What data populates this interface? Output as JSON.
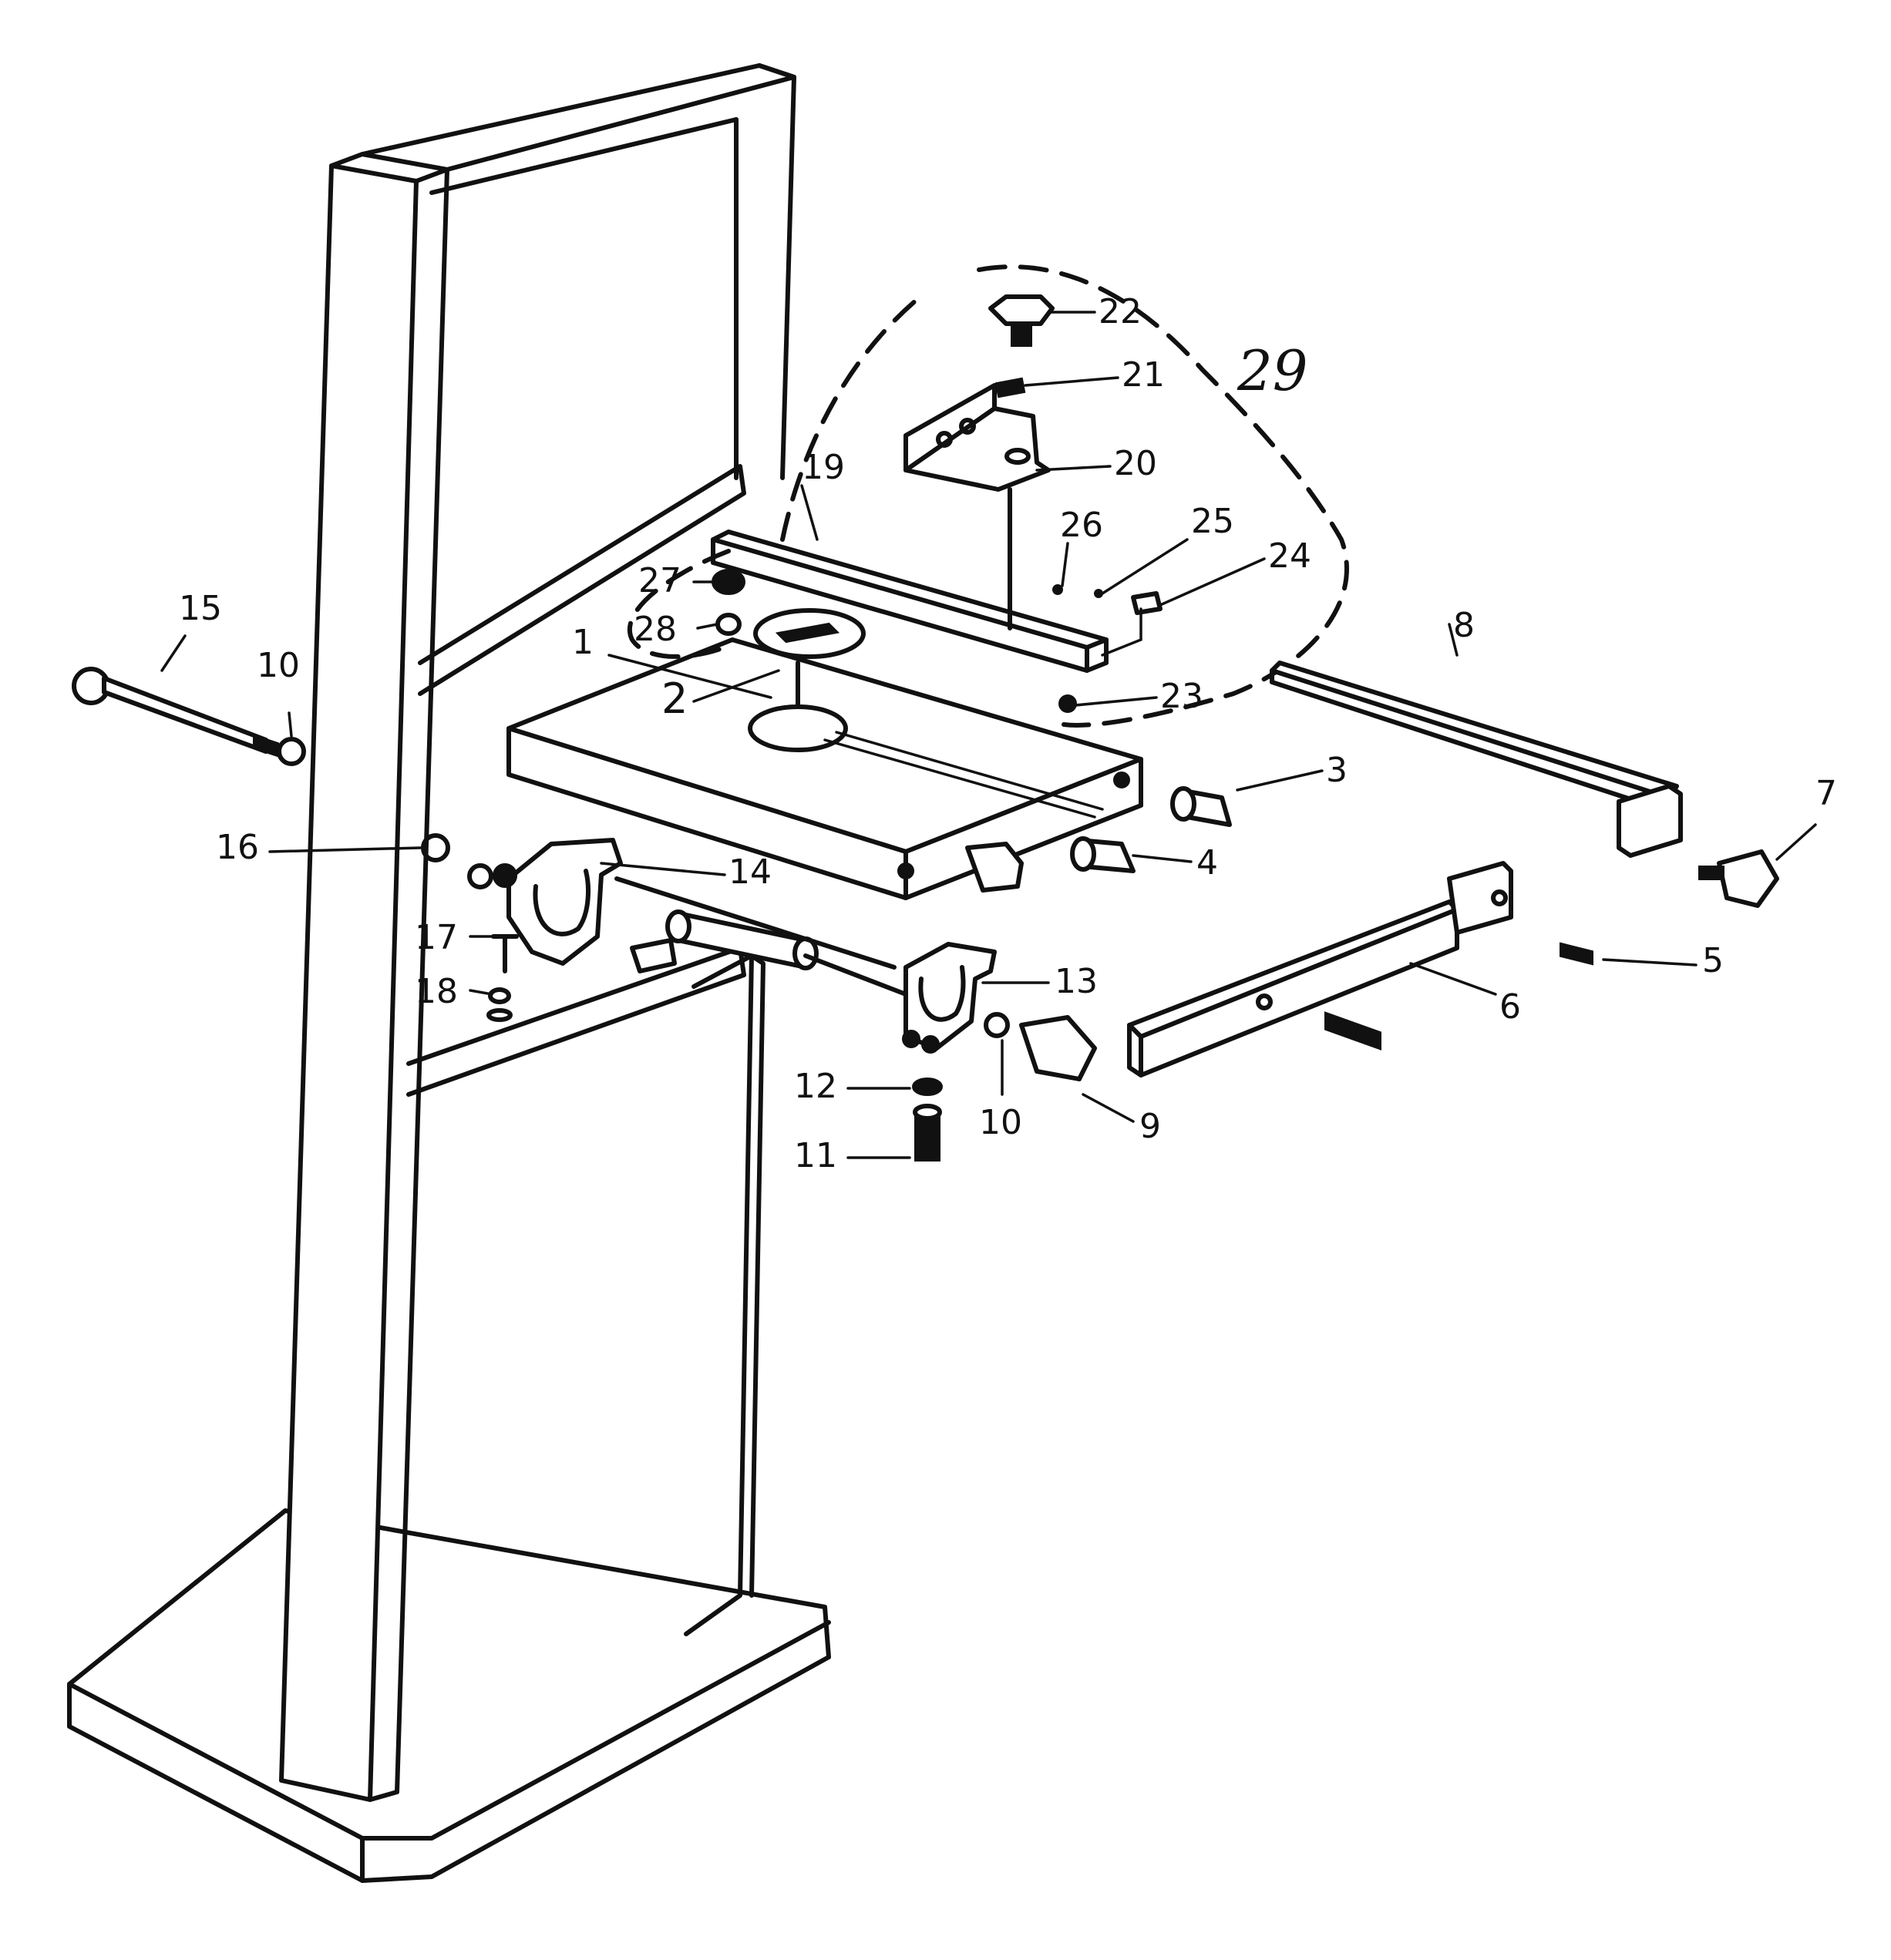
{
  "diagram": {
    "callouts": [
      {
        "id": "c1",
        "text": "1"
      },
      {
        "id": "c2",
        "text": "2"
      },
      {
        "id": "c3",
        "text": "3"
      },
      {
        "id": "c4",
        "text": "4"
      },
      {
        "id": "c5",
        "text": "5"
      },
      {
        "id": "c6",
        "text": "6"
      },
      {
        "id": "c7",
        "text": "7"
      },
      {
        "id": "c8",
        "text": "8"
      },
      {
        "id": "c9",
        "text": "9"
      },
      {
        "id": "c10a",
        "text": "10"
      },
      {
        "id": "c10b",
        "text": "10"
      },
      {
        "id": "c11",
        "text": "11"
      },
      {
        "id": "c12",
        "text": "12"
      },
      {
        "id": "c13",
        "text": "13"
      },
      {
        "id": "c14",
        "text": "14"
      },
      {
        "id": "c15",
        "text": "15"
      },
      {
        "id": "c16",
        "text": "16"
      },
      {
        "id": "c17",
        "text": "17"
      },
      {
        "id": "c18",
        "text": "18"
      },
      {
        "id": "c19",
        "text": "19"
      },
      {
        "id": "c20",
        "text": "20"
      },
      {
        "id": "c21",
        "text": "21"
      },
      {
        "id": "c22",
        "text": "22"
      },
      {
        "id": "c23",
        "text": "23"
      },
      {
        "id": "c24",
        "text": "24"
      },
      {
        "id": "c25",
        "text": "25"
      },
      {
        "id": "c26",
        "text": "26"
      },
      {
        "id": "c27",
        "text": "27"
      },
      {
        "id": "c28",
        "text": "28"
      },
      {
        "id": "c29",
        "text": "29"
      }
    ]
  }
}
